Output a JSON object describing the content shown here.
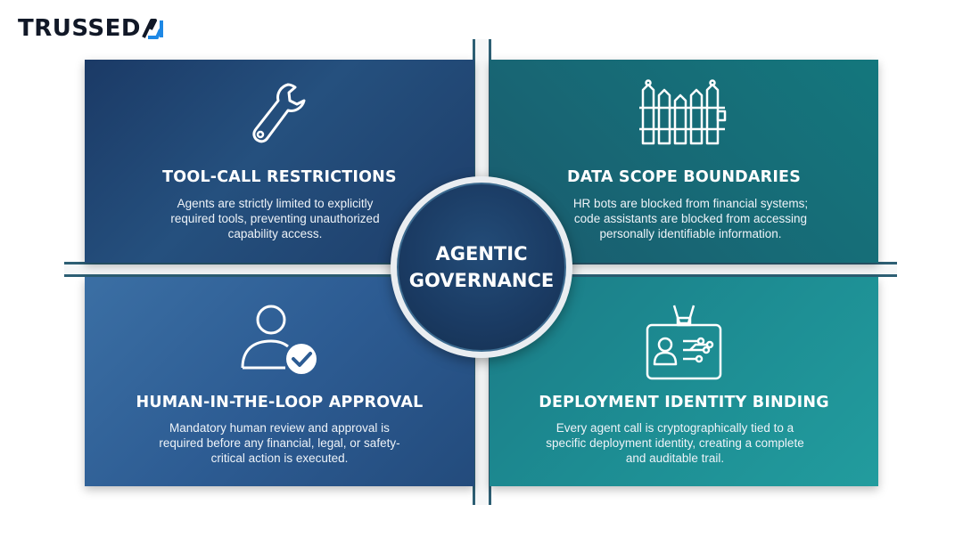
{
  "logo": {
    "text": "TRUSSED",
    "mark": "AI-mark-icon"
  },
  "center": {
    "line1": "AGENTIC",
    "line2": "GOVERNANCE"
  },
  "quadrants": [
    {
      "title": "TOOL-CALL RESTRICTIONS",
      "description": "Agents are strictly limited to explicitly required tools, preventing unauthorized capability access.",
      "icon": "wrench-icon",
      "color": "#1b3a66"
    },
    {
      "title": "DATA SCOPE BOUNDARIES",
      "description": "HR bots are blocked from financial systems; code assistants are blocked from accessing personally identifiable information.",
      "icon": "fence-icon",
      "color": "#176a76"
    },
    {
      "title": "HUMAN-IN-THE-LOOP APPROVAL",
      "description": "Mandatory human review and approval is required before any financial, legal, or safety-critical action is executed.",
      "icon": "user-check-icon",
      "color": "#2d5c93"
    },
    {
      "title": "DEPLOYMENT IDENTITY BINDING",
      "description": "Every agent call is cryptographically tied to a specific deployment identity, creating a complete and auditable trail.",
      "icon": "id-badge-icon",
      "color": "#1d8d93"
    }
  ]
}
